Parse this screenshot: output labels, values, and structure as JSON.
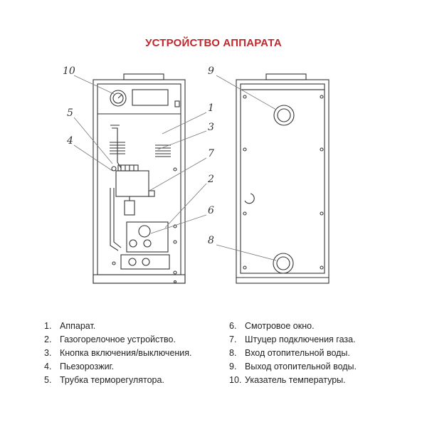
{
  "title": "УСТРОЙСТВО АППАРАТА",
  "callouts": [
    "10",
    "5",
    "4",
    "1",
    "3",
    "7",
    "2",
    "6",
    "9",
    "8"
  ],
  "legend": [
    {
      "num": "1.",
      "text": "Аппарат."
    },
    {
      "num": "2.",
      "text": "Газогорелочное устройство."
    },
    {
      "num": "3.",
      "text": "Кнопка включения/выключения."
    },
    {
      "num": "4.",
      "text": "Пьезорозжиг."
    },
    {
      "num": "5.",
      "text": "Трубка терморегулятора."
    },
    {
      "num": "6.",
      "text": "Смотровое окно."
    },
    {
      "num": "7.",
      "text": "Штуцер подключения газа."
    },
    {
      "num": "8.",
      "text": "Вход отопительной воды."
    },
    {
      "num": "9.",
      "text": "Выход отопительной воды."
    },
    {
      "num": "10.",
      "text": "Указатель температуры."
    }
  ],
  "colors": {
    "title": "#c0282d",
    "line": "#333333",
    "leader": "#777777"
  }
}
